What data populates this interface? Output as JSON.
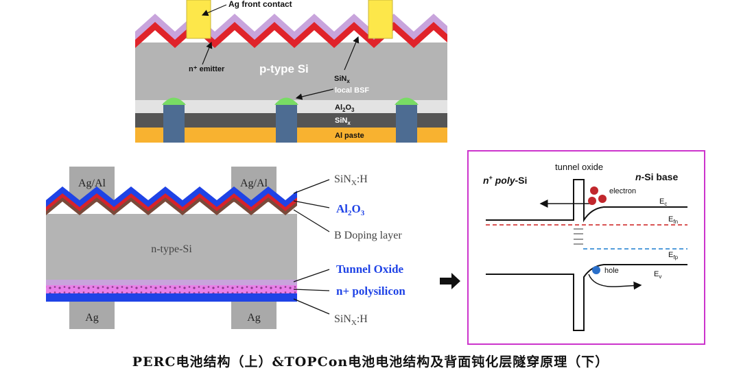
{
  "perc": {
    "ag_front_contact": "Ag front contact",
    "n_emitter": "n⁺ emitter",
    "p_type": "p-type Si",
    "sinx_top_base": "SiN",
    "sinx_top_sub": "x",
    "local_bsf": "local BSF",
    "al2o3_a": "Al",
    "al2o3_sub1": "2",
    "al2o3_b": "O",
    "al2o3_sub2": "3",
    "sinx_rear_base": "SiN",
    "sinx_rear_sub": "x",
    "al_paste": "Al paste"
  },
  "topcon": {
    "ag_al_left": "Ag/Al",
    "ag_al_right": "Ag/Al",
    "n_type": "n-type-Si",
    "ag_left": "Ag",
    "ag_right": "Ag",
    "sinx_h_top_base": "SiN",
    "sinx_h_top_sub": "X",
    "sinx_h_top_tail": ":H",
    "al2o3_a": "Al",
    "al2o3_sub1": "2",
    "al2o3_b": "O",
    "al2o3_sub2": "3",
    "b_doping": "B Doping layer",
    "tunnel_oxide": "Tunnel Oxide",
    "n_polysilicon": "n+ polysilicon",
    "sinx_h_bot_base": "SiN",
    "sinx_h_bot_sub": "X",
    "sinx_h_bot_tail": ":H"
  },
  "band": {
    "tunnel_oxide": "tunnel oxide",
    "n_poly_a": "n",
    "n_poly_sup": "+",
    "n_poly_b": " poly",
    "n_poly_c": "-Si",
    "n_si_a": "n",
    "n_si_b": "-Si base",
    "electron": "electron",
    "hole": "hole",
    "ec_base": "E",
    "ec_sub": "c",
    "efn_base": "E",
    "efn_sub": "fn",
    "efp_base": "E",
    "efp_sub": "fp",
    "ev_base": "E",
    "ev_sub": "v"
  },
  "caption": "PERC电池结构（上）&TOPCon电池电池结构及背面钝化层隧穿原理（下）",
  "colors": {
    "silicon_gray": "#b4b4b4",
    "sinx_purple": "#c8a4dc",
    "emitter_red": "#e0232a",
    "ag_yellow": "#fde74a",
    "bsf_green": "#78dc64",
    "al_paste_orange": "#f8b230",
    "contact_blue": "#4d6c92",
    "topcon_blue": "#1f43e6",
    "topcon_red": "#d7222b",
    "poly_magenta": "#e880e8",
    "frame_magenta": "#cc33cc",
    "efn_red": "#d23b3b",
    "efp_blue": "#3a8ed6"
  }
}
